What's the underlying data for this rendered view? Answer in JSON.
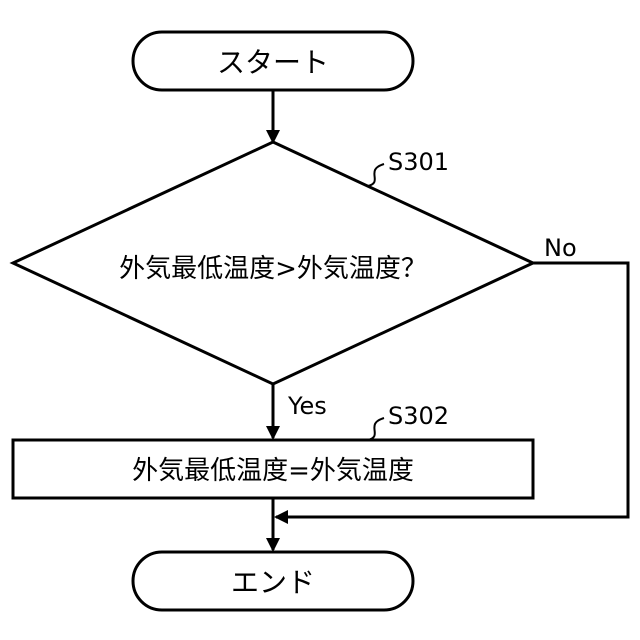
{
  "flowchart": {
    "start_label": "スタート",
    "decision": {
      "step_id": "S301",
      "question": "外気最低温度>外気温度？",
      "yes_label": "Yes",
      "no_label": "No"
    },
    "process": {
      "step_id": "S302",
      "action": "外気最低温度=外気温度"
    },
    "end_label": "エンド"
  }
}
